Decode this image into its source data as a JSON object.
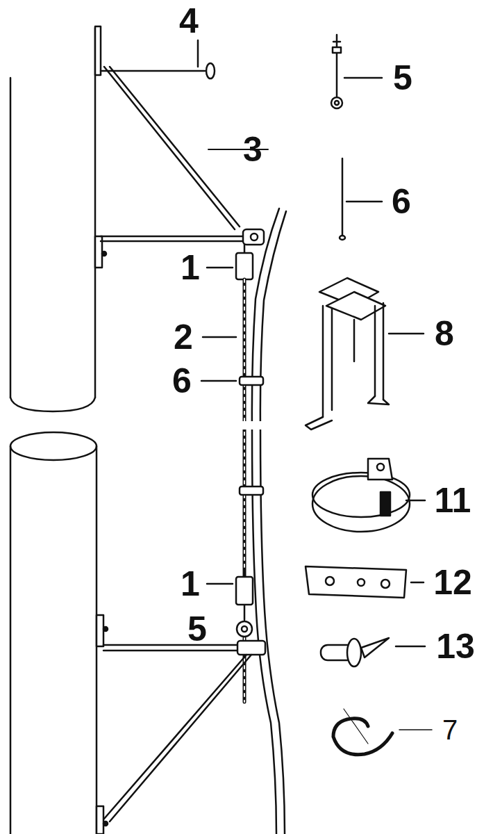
{
  "diagram": {
    "labels": [
      "4",
      "5",
      "3",
      "6",
      "1",
      "2",
      "8",
      "6",
      "11",
      "1",
      "12",
      "5",
      "13",
      "7"
    ]
  }
}
